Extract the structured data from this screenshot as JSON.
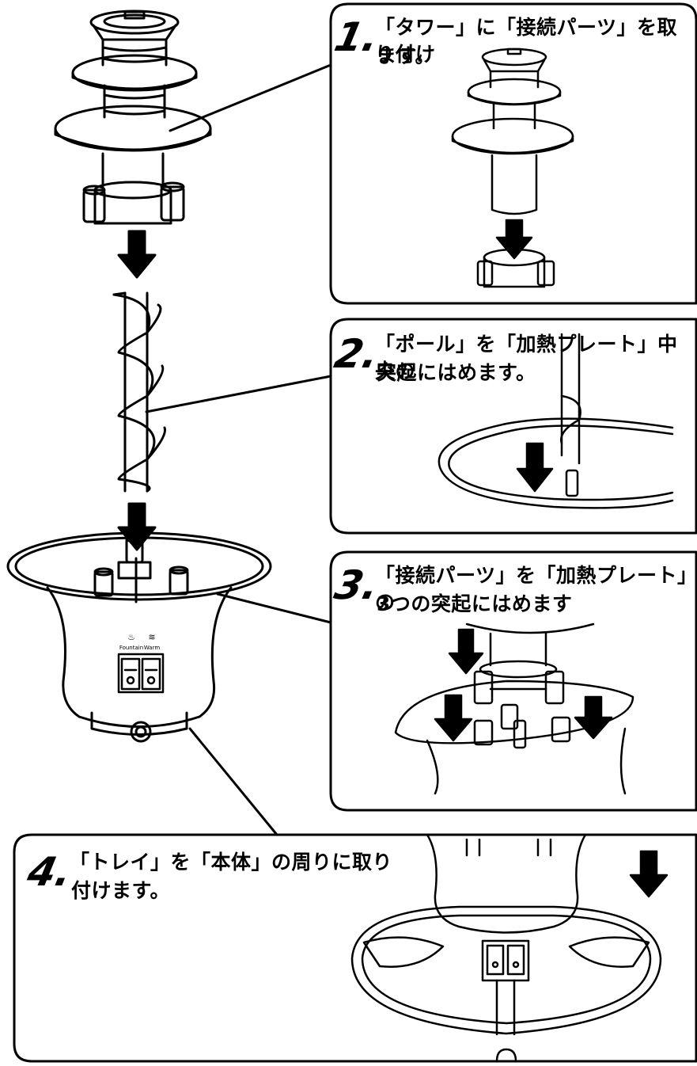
{
  "steps": [
    {
      "number": "1.",
      "line1": "「タワー」に「接続パーツ」を取り付け",
      "line2": "ます。"
    },
    {
      "number": "2.",
      "line1": "「ポール」を「加熱プレート」中央の",
      "line2": "突起にはめます。"
    },
    {
      "number": "3.",
      "line1": "「接続パーツ」を「加熱プレート」の",
      "line2": "3つの突起にはめます"
    },
    {
      "number": "4.",
      "line1": "「トレイ」を「本体」の周りに取り",
      "line2": "付けます。"
    }
  ],
  "switch_panel": {
    "fountain_label": "Fountain",
    "warm_label": "Warm",
    "fountain_symbol": "♨",
    "warm_symbol": "≋"
  },
  "colors": {
    "stroke": "#000000",
    "background": "#ffffff"
  }
}
